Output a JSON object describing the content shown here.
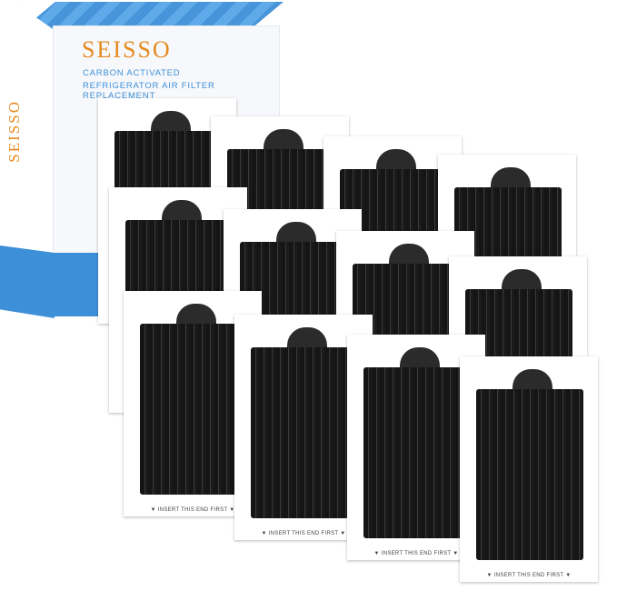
{
  "box": {
    "brand": "SEISSO",
    "line1": "CARBON ACTIVATED",
    "line2": "REFRIGERATOR AIR FILTER REPLACEMENT",
    "side_brand": "SEISSO"
  },
  "filters": {
    "count": 12,
    "insert_label": "▼ INSERT THIS END FIRST ▼"
  },
  "colors": {
    "brand_orange": "#e58a1f",
    "box_blue": "#3d8fd8",
    "filter_black": "#1a1a1a"
  }
}
